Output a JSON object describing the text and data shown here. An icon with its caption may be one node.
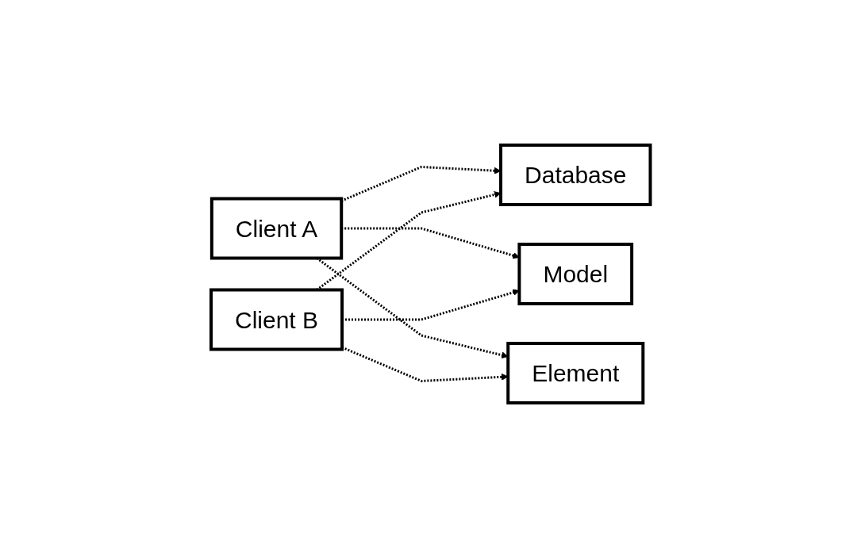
{
  "diagram": {
    "nodes": [
      {
        "text": [
          "Client A"
        ]
      },
      {
        "text": [
          "Client B"
        ]
      },
      {
        "text": [
          "Database"
        ]
      },
      {
        "text": [
          "Model"
        ]
      },
      {
        "text": [
          "Element"
        ]
      }
    ],
    "edges": [
      {
        "from": 0,
        "to": 2,
        "arrow": "to",
        "style": "dashed"
      },
      {
        "from": 0,
        "to": 3,
        "arrow": "to",
        "style": "dashed"
      },
      {
        "from": 0,
        "to": 4,
        "arrow": "to",
        "style": "dashed"
      },
      {
        "from": 1,
        "to": 2,
        "arrow": "to",
        "style": "dashed"
      },
      {
        "from": 1,
        "to": 3,
        "arrow": "to",
        "style": "dashed"
      },
      {
        "from": 1,
        "to": 4,
        "arrow": "to",
        "style": "dashed"
      }
    ]
  }
}
